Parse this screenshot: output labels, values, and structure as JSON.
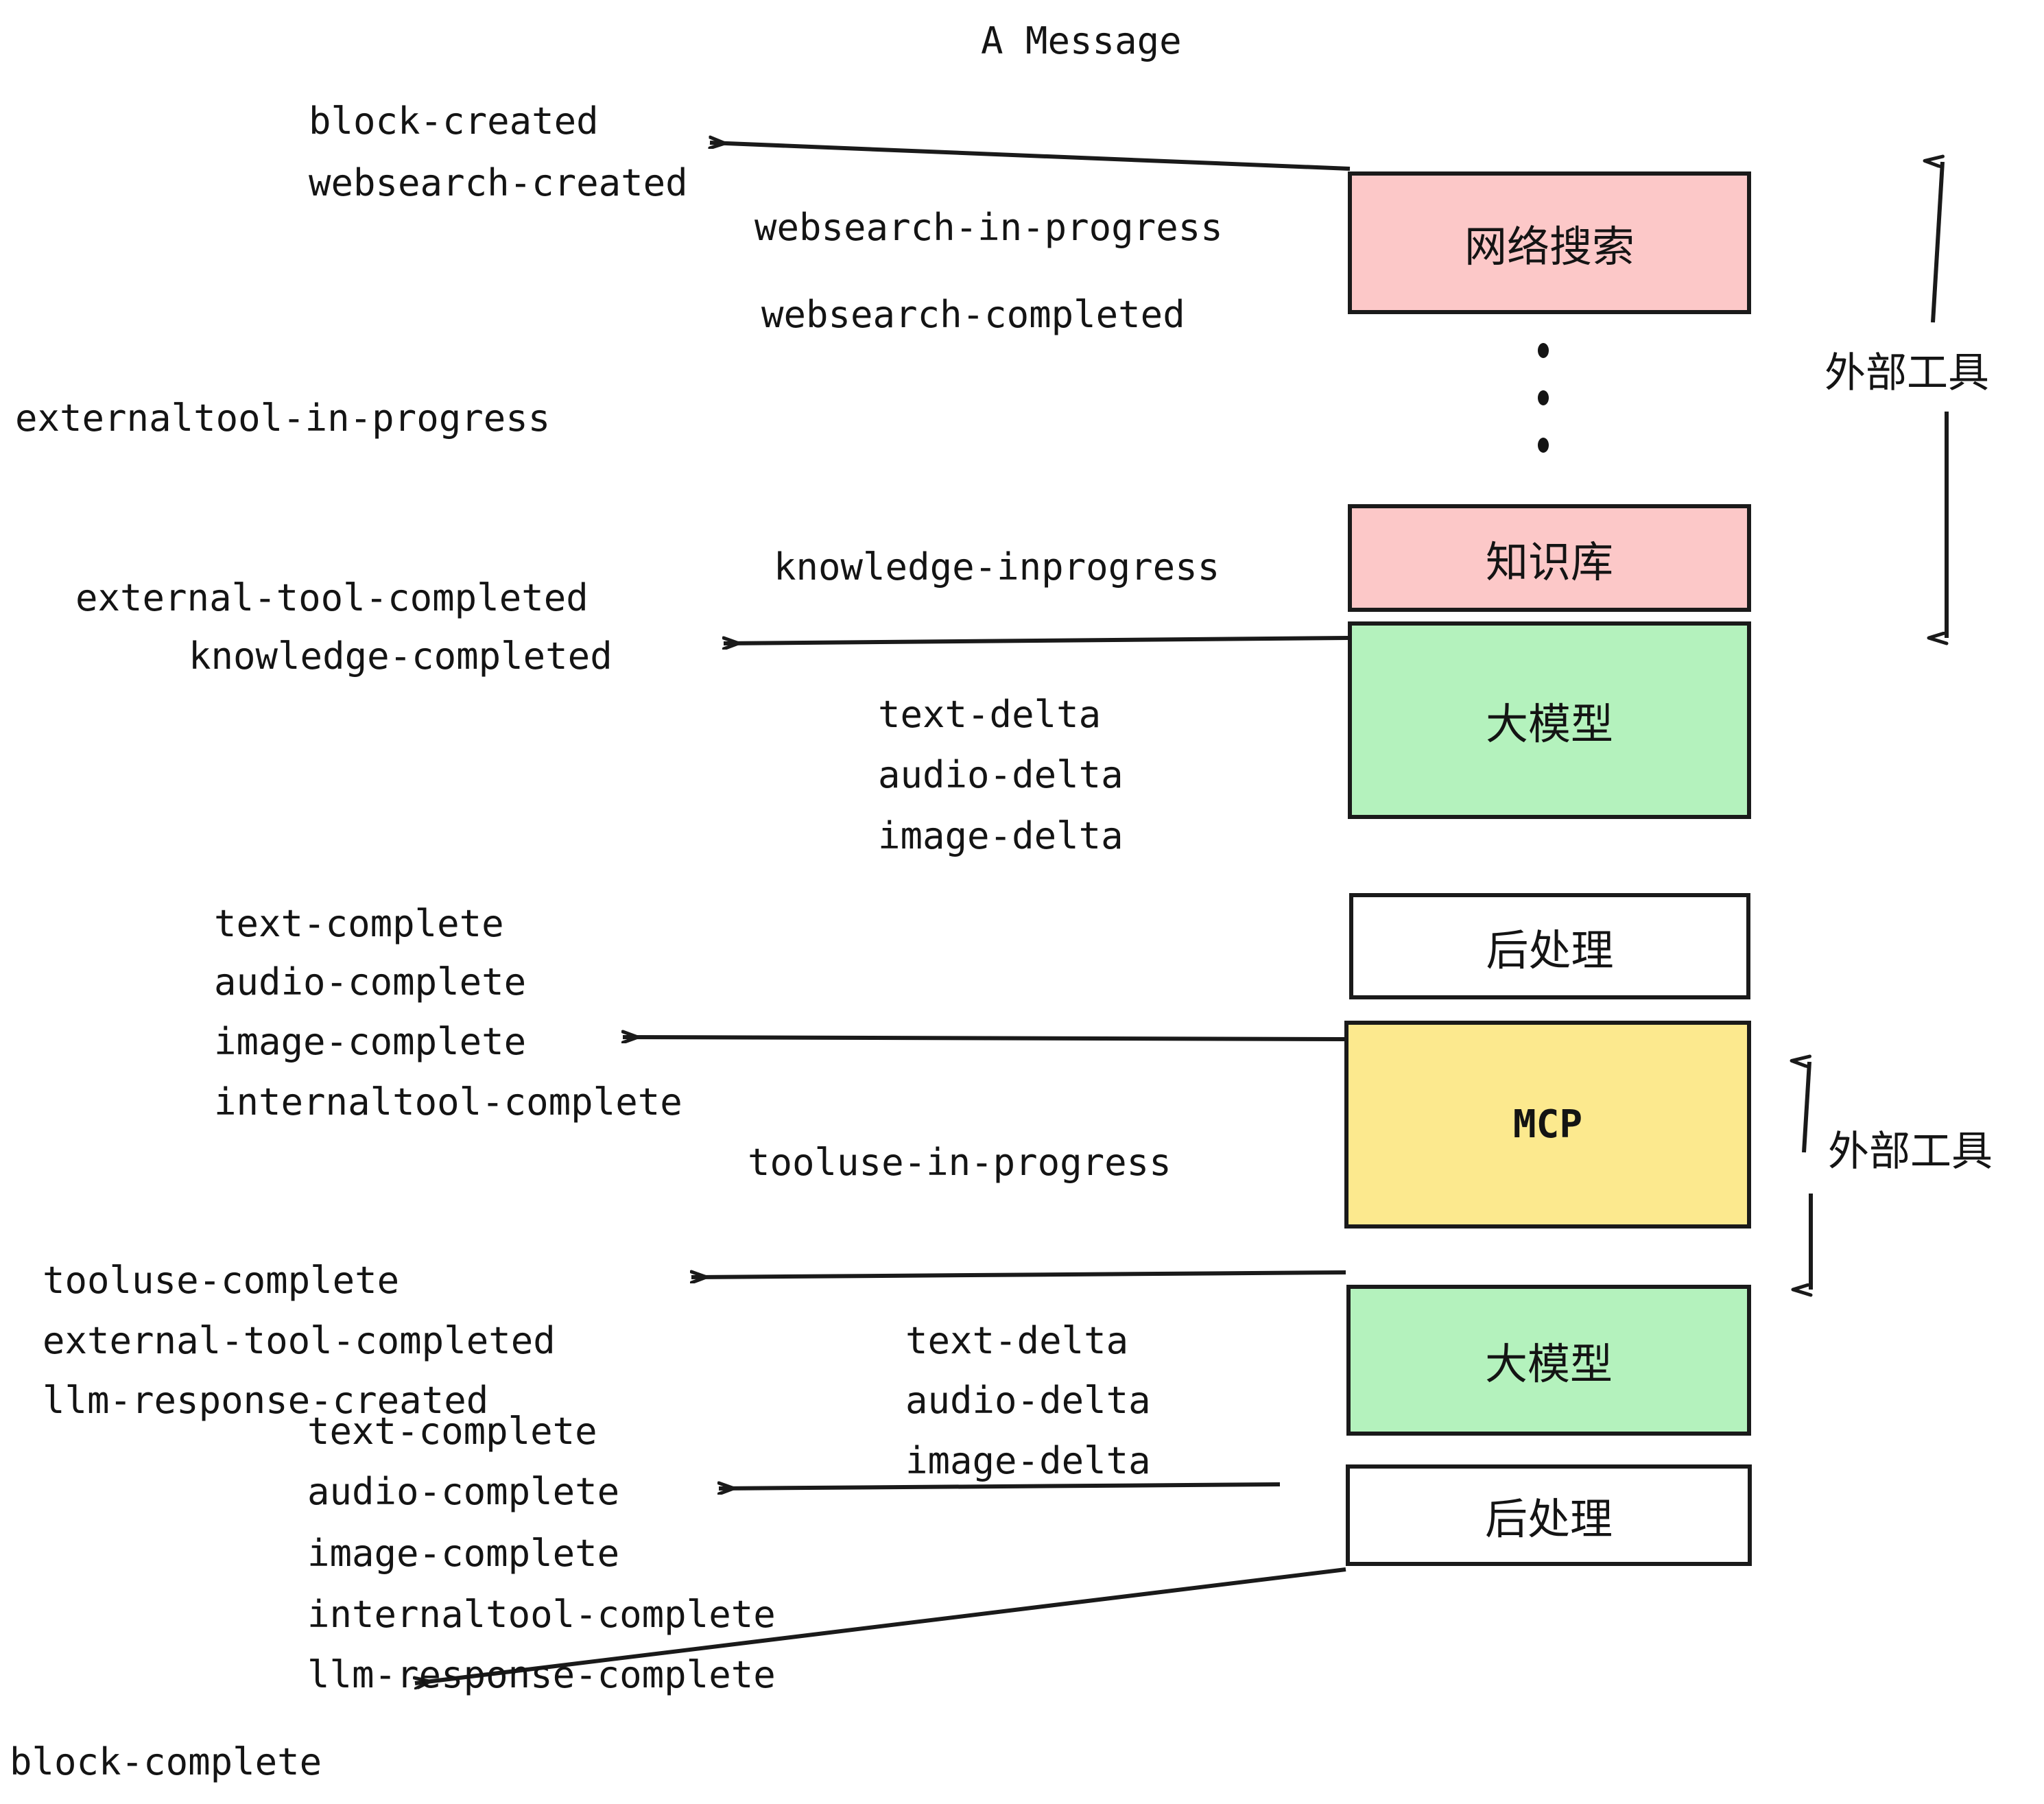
{
  "diagram": {
    "title": "A Message",
    "colors": {
      "pink": "#FCC8C8",
      "green": "#B4F2BD",
      "yellow": "#FCE98E",
      "white": "#FFFFFF",
      "stroke": "#1A1A1A",
      "text": "#141414"
    },
    "nodes": [
      {
        "id": "websearch",
        "label": "网络搜索",
        "fill": "#FCC8C8"
      },
      {
        "id": "knowledge",
        "label": "知识库",
        "fill": "#FCC8C8"
      },
      {
        "id": "llm1",
        "label": "大模型",
        "fill": "#B4F2BD"
      },
      {
        "id": "post1",
        "label": "后处理",
        "fill": "#FFFFFF"
      },
      {
        "id": "mcp",
        "label": "MCP",
        "fill": "#FCE98E"
      },
      {
        "id": "llm2",
        "label": "大模型",
        "fill": "#B4F2BD"
      },
      {
        "id": "post2",
        "label": "后处理",
        "fill": "#FFFFFF"
      }
    ],
    "group_labels": [
      {
        "id": "external-tools-top",
        "label": "外部工具"
      },
      {
        "id": "external-tools-bottom",
        "label": "外部工具"
      }
    ],
    "events": [
      {
        "id": "e01",
        "text": "block-created"
      },
      {
        "id": "e02",
        "text": "websearch-created"
      },
      {
        "id": "e03",
        "text": "websearch-in-progress"
      },
      {
        "id": "e04",
        "text": "websearch-completed"
      },
      {
        "id": "e05",
        "text": "externaltool-in-progress"
      },
      {
        "id": "e06",
        "text": "knowledge-inprogress"
      },
      {
        "id": "e07",
        "text": "external-tool-completed"
      },
      {
        "id": "e08",
        "text": "knowledge-completed"
      },
      {
        "id": "e09",
        "text": "text-delta"
      },
      {
        "id": "e10",
        "text": "audio-delta"
      },
      {
        "id": "e11",
        "text": "image-delta"
      },
      {
        "id": "e12",
        "text": "text-complete"
      },
      {
        "id": "e13",
        "text": "audio-complete"
      },
      {
        "id": "e14",
        "text": "image-complete"
      },
      {
        "id": "e15",
        "text": "internaltool-complete"
      },
      {
        "id": "e16",
        "text": "tooluse-in-progress"
      },
      {
        "id": "e17",
        "text": "tooluse-complete"
      },
      {
        "id": "e18",
        "text": "external-tool-completed"
      },
      {
        "id": "e19",
        "text": "llm-response-created"
      },
      {
        "id": "e20",
        "text": "text-complete"
      },
      {
        "id": "e21",
        "text": "audio-complete"
      },
      {
        "id": "e22",
        "text": "image-complete"
      },
      {
        "id": "e23",
        "text": "internaltool-complete"
      },
      {
        "id": "e24",
        "text": "llm-response-complete"
      },
      {
        "id": "e25",
        "text": "block-complete"
      },
      {
        "id": "e26",
        "text": "text-delta"
      },
      {
        "id": "e27",
        "text": "audio-delta"
      },
      {
        "id": "e28",
        "text": "image-delta"
      }
    ]
  }
}
